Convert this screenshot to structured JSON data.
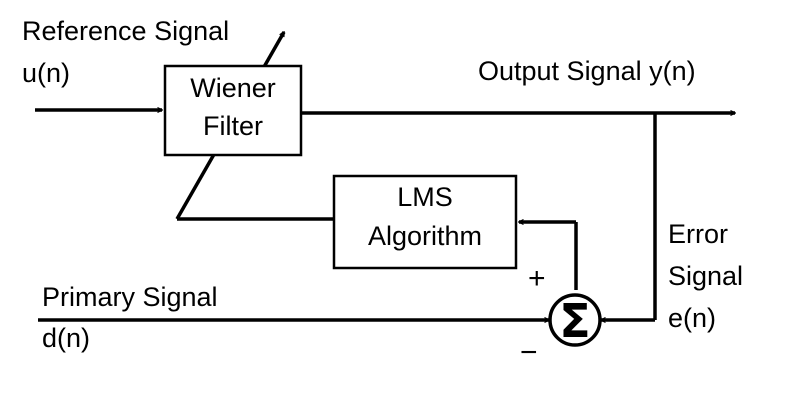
{
  "diagram": {
    "reference": {
      "line1": "Reference Signal",
      "line2": "u(n)"
    },
    "wiener": {
      "line1": "Wiener",
      "line2": "Filter"
    },
    "output": {
      "label": "Output Signal y(n)"
    },
    "lms": {
      "line1": "LMS",
      "line2": "Algorithm"
    },
    "error": {
      "line1": "Error",
      "line2": "Signal",
      "line3": "e(n)"
    },
    "primary": {
      "line1": "Primary Signal",
      "line2": "d(n)"
    },
    "summer": {
      "symbol": "Σ",
      "plus": "+",
      "minus": "−"
    }
  }
}
